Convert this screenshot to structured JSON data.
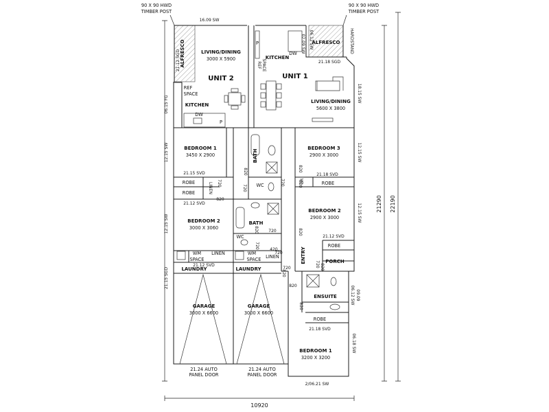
{
  "notes": {
    "post_left": [
      "90 X 90 HWD",
      "TIMBER POST"
    ],
    "post_right": [
      "90 X 90 HWD",
      "TIMBER POST"
    ],
    "hardstand": "HARDSTAND"
  },
  "units": {
    "unit1": "UNIT 1",
    "unit2": "UNIT 2"
  },
  "rooms": {
    "u2_alfresco": "ALFRESCO",
    "u2_living_label": "LIVING/DINING",
    "u2_living_dim": "3000 X 5900",
    "u2_kitchen": "KITCHEN",
    "u2_ref_space": [
      "REF",
      "SPACE"
    ],
    "u2_bed1_label": "BEDROOM 1",
    "u2_bed1_dim": "3450 X 2900",
    "u2_robe1": "ROBE",
    "u2_linen": "LINEN",
    "u2_robe2": "ROBE",
    "u2_bed2_label": "BEDROOM 2",
    "u2_bed2_dim": "3000 X 3060",
    "u2_bath": "BATH",
    "u2_wc": "WC",
    "u2_wm_space": [
      "WM",
      "SPACE"
    ],
    "u2_linen2": "LINEN",
    "u2_laundry": "LAUNDRY",
    "u2_garage_label": "GARAGE",
    "u2_garage_dim": "3000 X 6600",
    "u1_kitchen": "KITCHEN",
    "u1_ref_space": [
      "REF",
      "SPACE"
    ],
    "u1_alfresco": "ALFRESCO",
    "u1_living_label": "LIVING/DINING",
    "u1_living_dim": "5600 X 3800",
    "u1_bath": "BATH",
    "u1_wc": "WC",
    "u1_bed3_label": "BEDROOM 3",
    "u1_bed3_dim": "2900 X 3000",
    "u1_robe3": "ROBE",
    "u1_br": "BR",
    "u1_bed2_label": "BEDROOM 2",
    "u1_bed2_dim": "2900 X 3000",
    "u1_robe2": "ROBE",
    "u1_entry": "ENTRY",
    "u1_porch": "PORCH",
    "u1_ensuite": "ENSUITE",
    "u1_robe1": "ROBE",
    "u1_bed1_label": "BEDROOM 1",
    "u1_bed1_dim": "3200 X 3200",
    "u1_laundry": "LAUNDRY",
    "u1_wm_space": [
      "WM",
      "SPACE"
    ],
    "u1_linen": "LINEN",
    "u1_garage_label": "GARAGE",
    "u1_garage_dim": "3000 X 6600",
    "dw": "DW",
    "p": "P"
  },
  "windows": {
    "w_top_left": "16.09 SW",
    "w_alfresco_left": "21.12 SGD",
    "w_fg": "06.15 FG",
    "w_bed1_left": "12.15 SW",
    "w_bed1_bottom": "21.15 SVD",
    "w_robe_left": "21.12 SVD",
    "w_bed2_left": "12.15 SW",
    "w_laundry_left": "21.15 SGD",
    "w_linen_u2": "21.12 SVD",
    "w_top_right": "06.12 SW",
    "w_hardstand": "21.18 SGD",
    "w_kitchen_right": "02.09 SW",
    "w_living_right": "18.15 SW",
    "w_bed3_right": "12.15 SW",
    "w_bed3_bottom": "21.18 SVD",
    "w_bed2_right": "12.15 SW",
    "w_bed2_bottom": "21.12 SVD",
    "w_ensuite_right": "06.12 SW",
    "w_ensuite_right2": "09.09",
    "w_bed1_right": "06.18 SW",
    "w_robe_bottom": "21.18 SVD",
    "w_bottom": "2/06.21 SW"
  },
  "doors": [
    "820",
    "720",
    "720",
    "820",
    "820",
    "720",
    "720",
    "720",
    "820",
    "820",
    "420",
    "720",
    "820",
    "820",
    "720",
    "720",
    "820",
    "820",
    "820"
  ],
  "garage_doors": {
    "left": [
      "21.24 AUTO",
      "PANEL DOOR"
    ],
    "right": [
      "21.24 AUTO",
      "PANEL DOOR"
    ]
  },
  "dimensions": {
    "width": "10920",
    "depth_inner": "21290",
    "depth_outer": "22190"
  }
}
